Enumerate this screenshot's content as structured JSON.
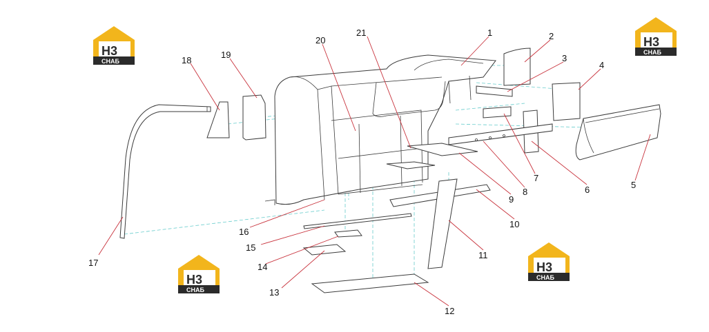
{
  "logo": {
    "mark": "H3",
    "sub": "СНАБ",
    "gold": "#f2b51c",
    "dark": "#2b2b2b"
  },
  "callouts": [
    "1",
    "2",
    "3",
    "4",
    "5",
    "6",
    "7",
    "8",
    "9",
    "10",
    "11",
    "12",
    "13",
    "14",
    "15",
    "16",
    "17",
    "18",
    "19",
    "20",
    "21"
  ],
  "colors": {
    "leader": "#c8323c",
    "projection": "#66cccc",
    "outline": "#3a3a3a"
  }
}
